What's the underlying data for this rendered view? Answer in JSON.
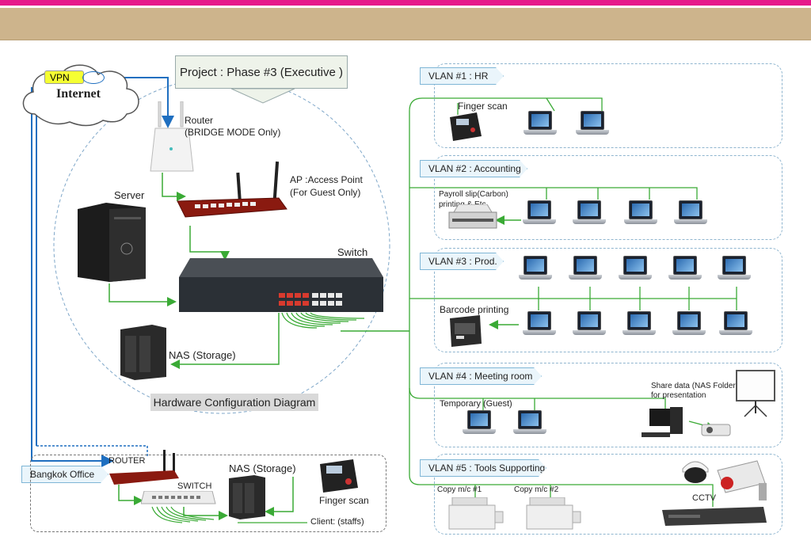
{
  "header": {
    "phase_title": "Project : Phase #3 (Executive )"
  },
  "cloud": {
    "vpn": "VPN",
    "internet": "Internet"
  },
  "devices": {
    "router": "Router",
    "router_mode": "(BRIDGE MODE Only)",
    "ap": "AP :Access Point",
    "ap_note": "(For Guest Only)",
    "server": "Server",
    "switch": "Switch",
    "nas": "NAS (Storage)"
  },
  "diagram_title": "Hardware Configuration Diagram",
  "branch": {
    "name": "Bangkok Office",
    "router": "ROUTER",
    "switch": "SWITCH",
    "nas": "NAS (Storage)",
    "finger": "Finger scan",
    "client": "Client: (staffs)"
  },
  "vlans": [
    {
      "label": "VLAN #1 : HR",
      "devices": [
        "Finger scan"
      ]
    },
    {
      "label": "VLAN #2 : Accounting",
      "devices": [
        "Payroll slip(Carbon)",
        "printing & Etc."
      ]
    },
    {
      "label": "VLAN #3 : Prod.",
      "devices": [
        "Barcode printing"
      ]
    },
    {
      "label": "VLAN #4 : Meeting room",
      "devices": [
        "Temporary (Guest)",
        "Share data (NAS Folder),",
        "for presentation"
      ]
    },
    {
      "label": "VLAN #5 : Tools Supporting",
      "devices": [
        "Copy m/c #1",
        "Copy m/c #2",
        "CCTV"
      ]
    }
  ],
  "colors": {
    "link": "#3aaa35",
    "wan": "#1f6fc0",
    "accent": "#e6198a",
    "header": "#cdb48c"
  }
}
